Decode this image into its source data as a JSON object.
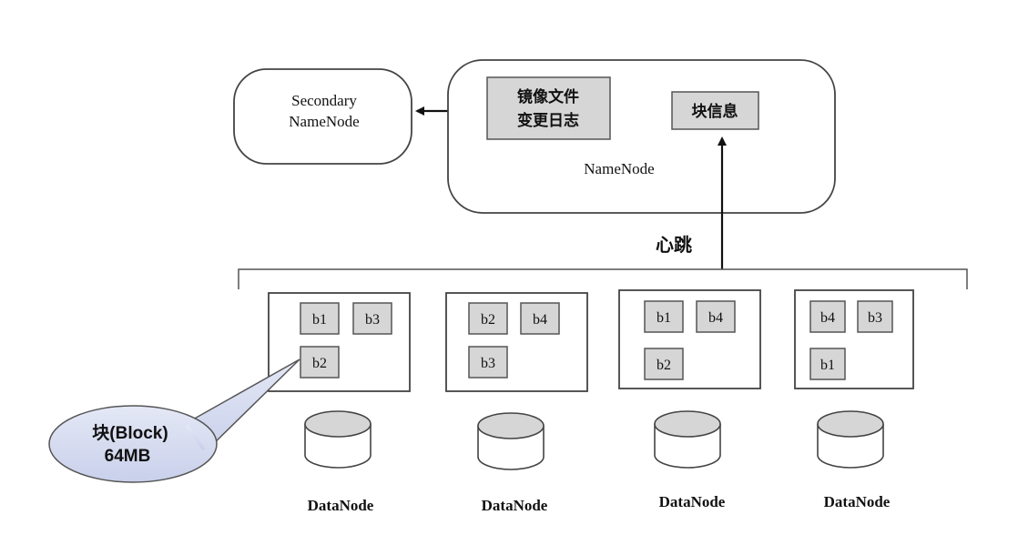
{
  "secondary_namenode": {
    "line1": "Secondary",
    "line2": "NameNode"
  },
  "namenode": {
    "label": "NameNode",
    "image_file": "镜像文件",
    "edit_log": "变更日志",
    "block_info": "块信息"
  },
  "heartbeat_label": "心跳",
  "datanodes": [
    {
      "label": "DataNode",
      "blocks": [
        "b1",
        "b3",
        "b2"
      ]
    },
    {
      "label": "DataNode",
      "blocks": [
        "b2",
        "b4",
        "b3"
      ]
    },
    {
      "label": "DataNode",
      "blocks": [
        "b1",
        "b4",
        "b2"
      ]
    },
    {
      "label": "DataNode",
      "blocks": [
        "b4",
        "b3",
        "b1"
      ]
    }
  ],
  "callout": {
    "line1": "块(Block)",
    "line2": "64MB"
  }
}
